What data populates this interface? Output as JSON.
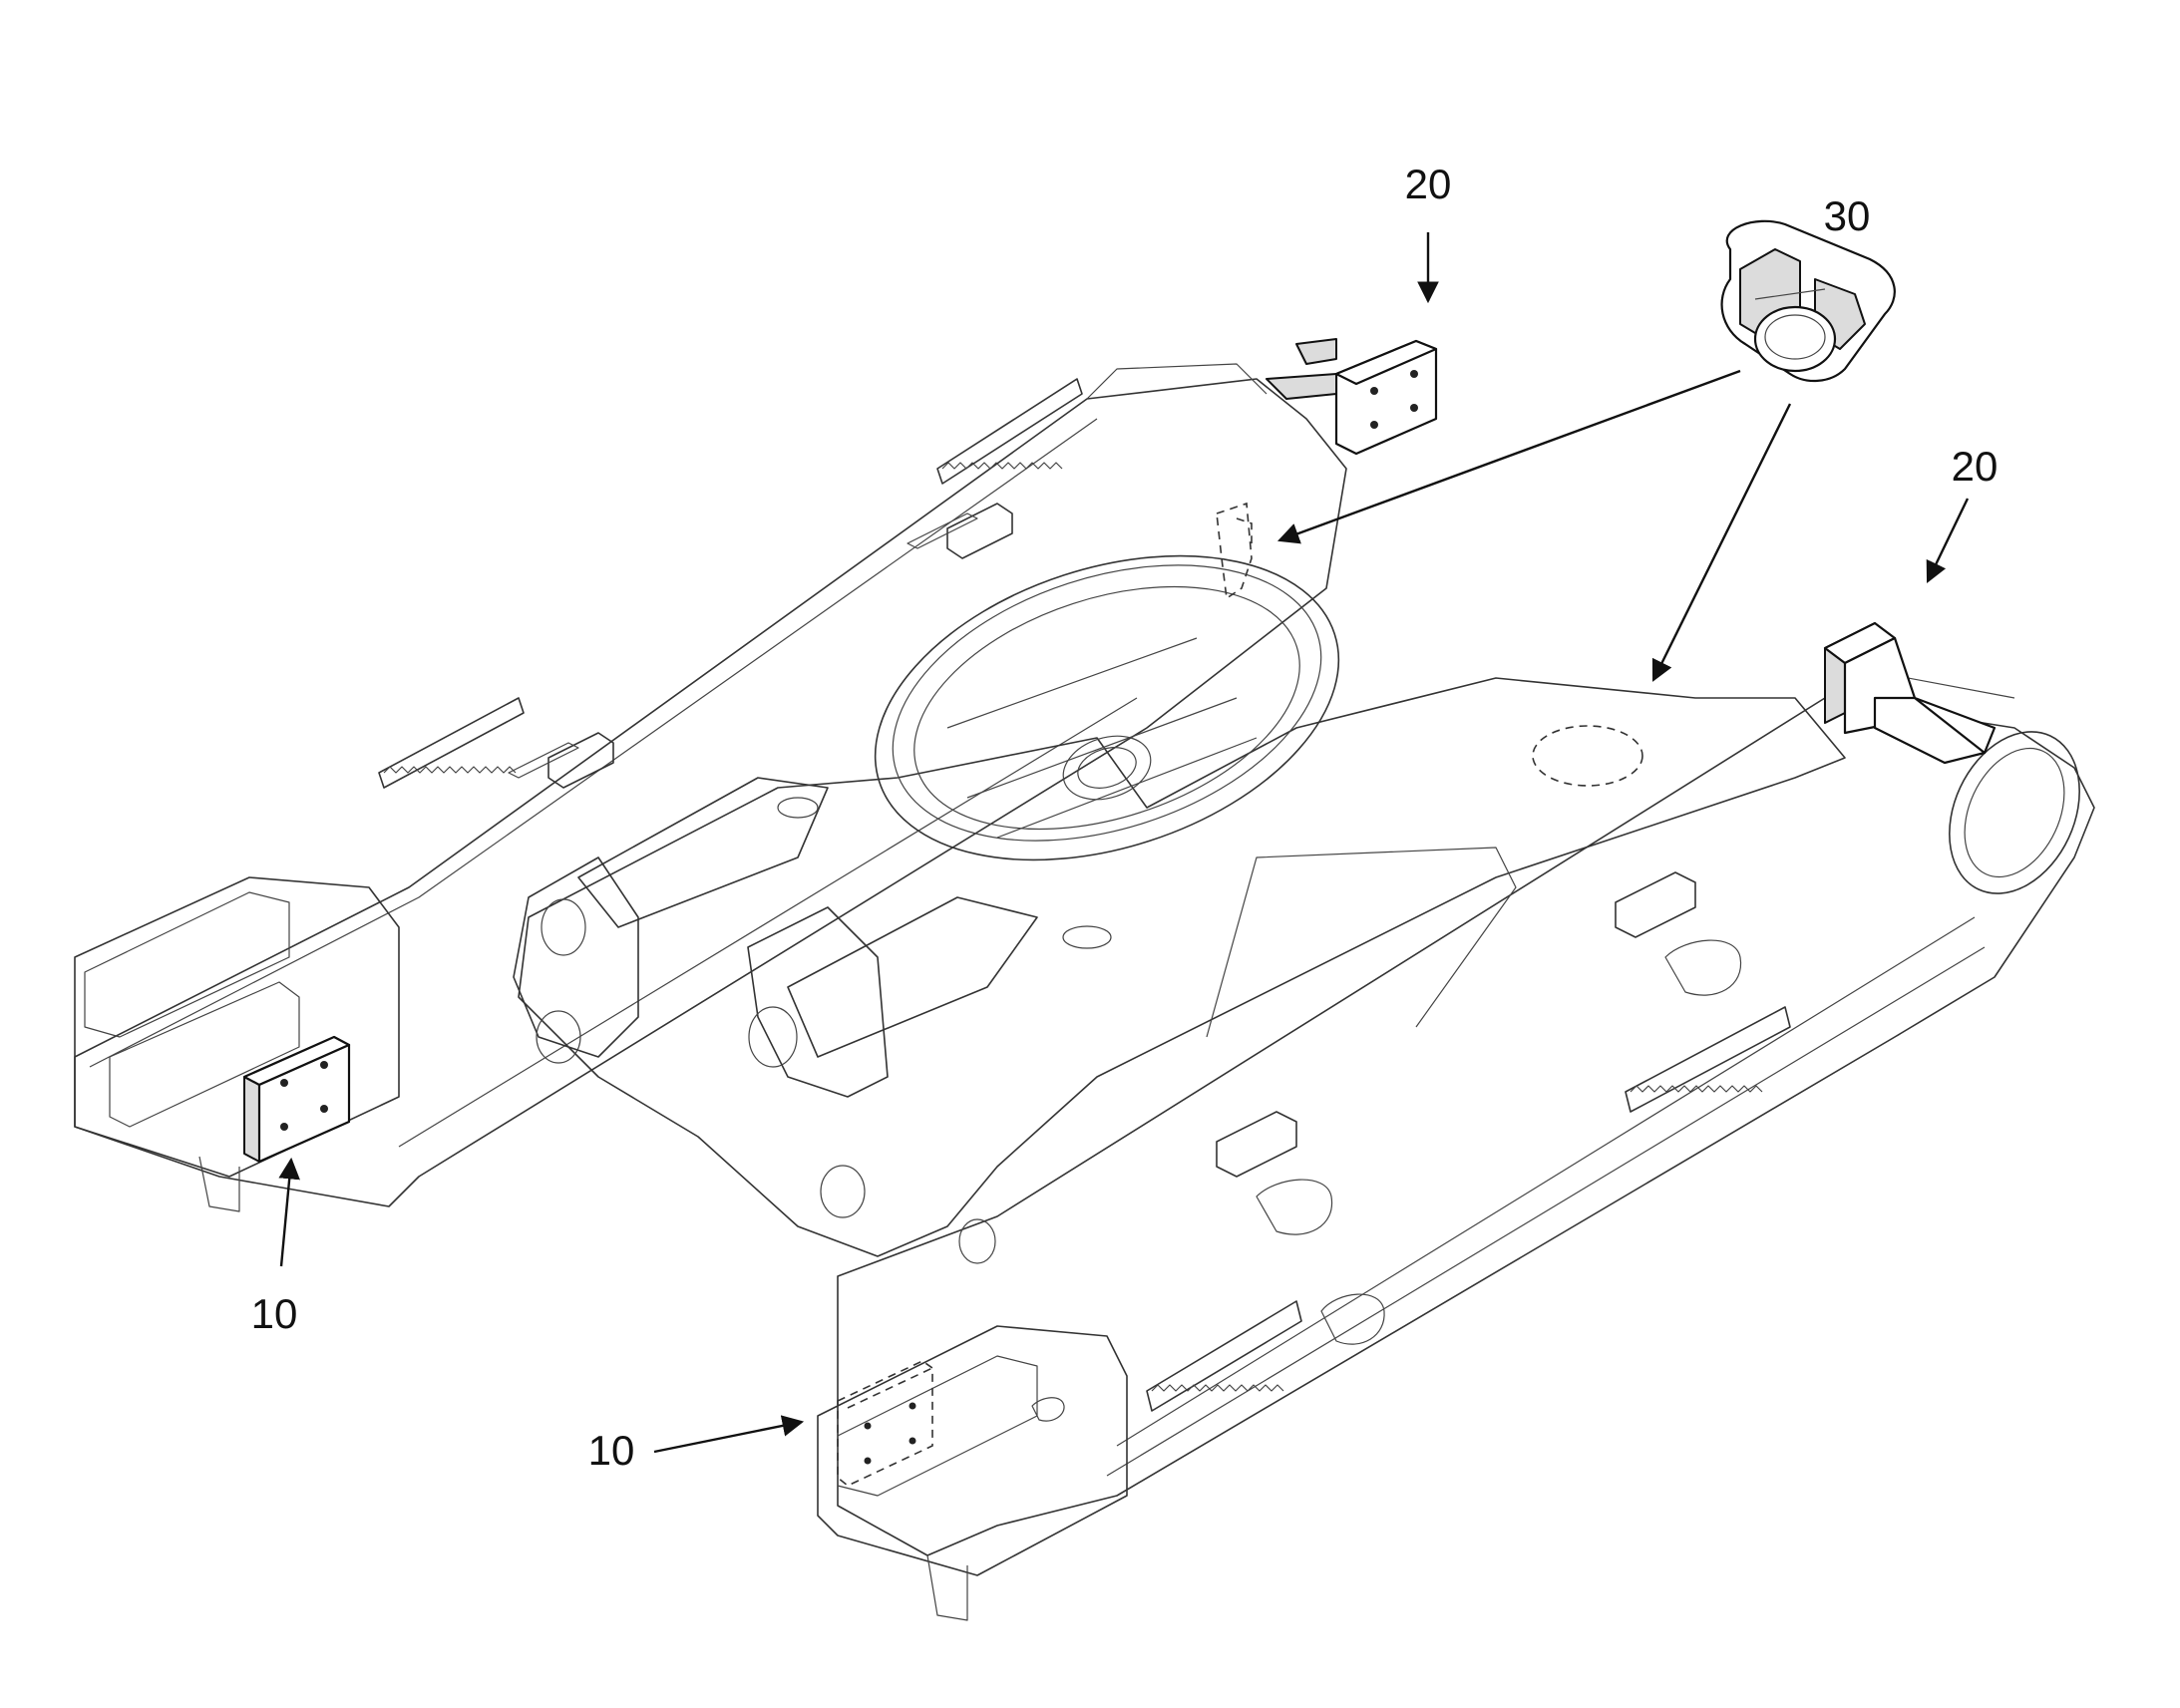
{
  "callouts": {
    "c10a": "10",
    "c10b": "10",
    "c20a": "20",
    "c20b": "20",
    "c30": "30"
  }
}
